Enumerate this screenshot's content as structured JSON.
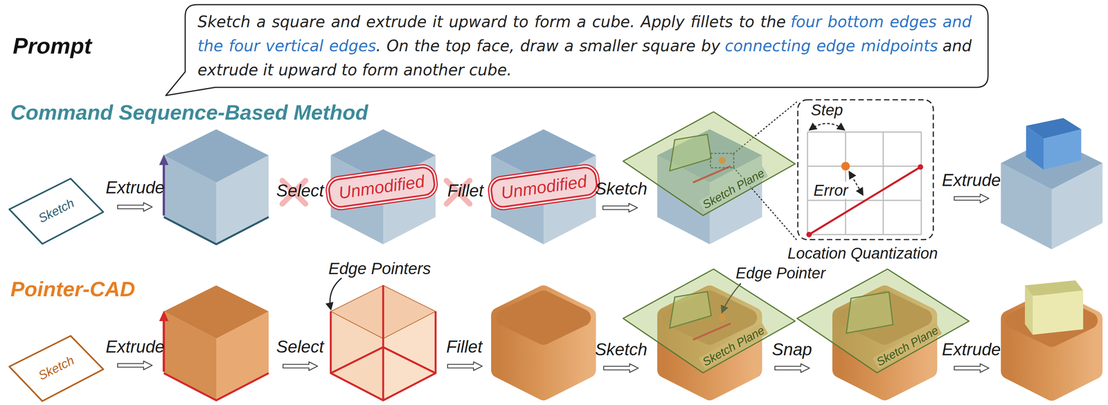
{
  "diagram": {
    "nodes": [
      {
        "text": [
          "Sketch a square and extrude it upward to form a cube. Apply fillets to the",
          "four bottom edges and the four vertical edges",
          ". On the top face, draw a smaller square by",
          "connecting edge midpoints",
          "and extrude it upward to form another cube."
        ]
      },
      {
        "text": [
          "Sketch"
        ]
      },
      {
        "text": [
          "Unmodified"
        ]
      },
      {
        "text": [
          "Unmodified"
        ]
      },
      {
        "text": [
          "Sketch Plane"
        ]
      },
      {
        "text": [
          "Step",
          "Error"
        ]
      },
      {
        "text": [
          "Sketch"
        ]
      },
      {
        "text": [
          "Sketch Plane"
        ]
      },
      {
        "text": [
          "Sketch Plane"
        ]
      }
    ],
    "labels": [
      "Prompt",
      "Command Sequence-Based Method",
      "Extrude",
      "Select",
      "Fillet",
      "Sketch",
      "Location Quantization",
      "Extrude",
      "Pointer-CAD",
      "Extrude",
      "Select",
      "Edge Pointers",
      "Fillet",
      "Sketch",
      "Edge Pointer",
      "Snap",
      "Extrude"
    ]
  }
}
